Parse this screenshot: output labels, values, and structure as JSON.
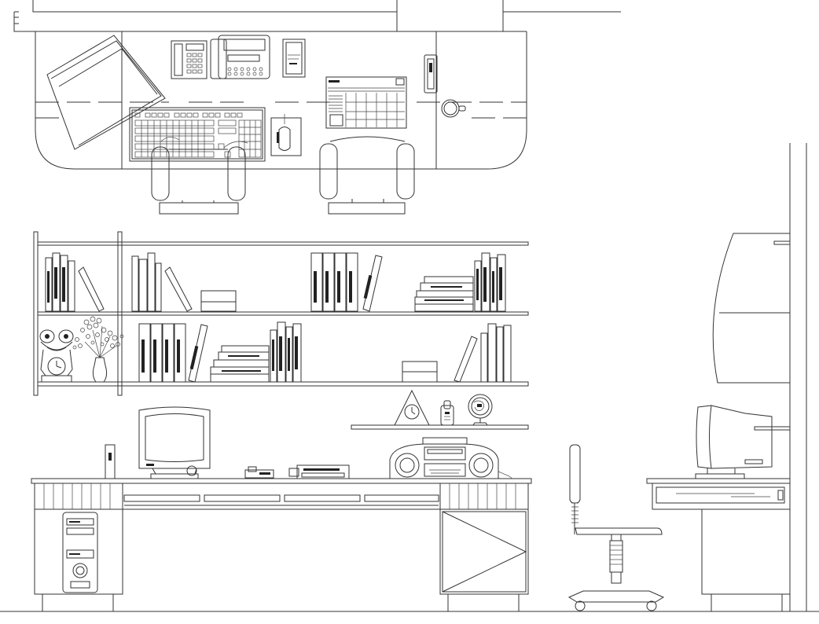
{
  "drawing": {
    "type": "cad-line-drawing",
    "stroke_color": "#333333",
    "background_color": "#ffffff",
    "views": [
      "plan-view-desk-top",
      "front-elevation",
      "side-elevation"
    ]
  },
  "icons": {
    "telephone": "telephone-icon",
    "fax": "fax-machine-icon",
    "calendar": "desk-calendar-icon",
    "keyboard": "keyboard-icon",
    "mouse": "mouse-icon",
    "stapler": "stapler-icon",
    "cup": "coffee-cup-icon",
    "monitor": "crt-monitor-icon",
    "radio": "boombox-radio-icon",
    "computer_case": "pc-tower-icon",
    "office_chair": "office-chair-icon",
    "clock": "clock-icon",
    "globe": "globe-icon",
    "vase": "flower-vase-icon",
    "frog": "frog-clock-figurine-icon"
  }
}
